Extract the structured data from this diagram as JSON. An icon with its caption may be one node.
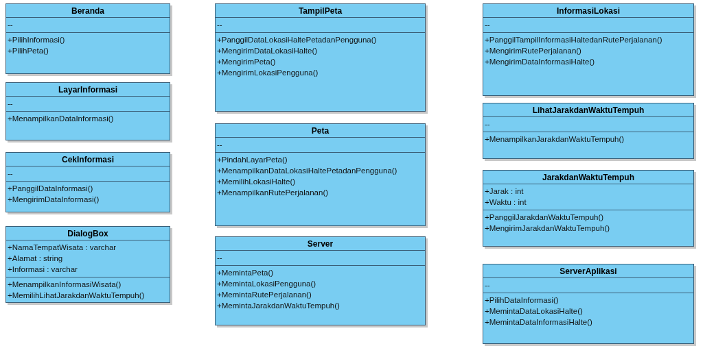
{
  "diagram": {
    "nodes": [
      {
        "text": [
          "Beranda"
        ]
      },
      {
        "text": [
          "--"
        ],
        "in": 0
      },
      {
        "text": [
          "+PilihInformasi()",
          "+PilihPeta()"
        ],
        "in": 0
      },
      {
        "text": [
          "LayarInformasi"
        ]
      },
      {
        "text": [
          "--"
        ],
        "in": 3
      },
      {
        "text": [
          "+MenampilkanDataInformasi()"
        ],
        "in": 3
      },
      {
        "text": [
          "CekInformasi"
        ]
      },
      {
        "text": [
          "--"
        ],
        "in": 6
      },
      {
        "text": [
          "+PanggilDataInformasi()",
          "+MengirimDataInformasi()"
        ],
        "in": 6
      },
      {
        "text": [
          "DialogBox"
        ]
      },
      {
        "text": [
          "+NamaTempatWisata : varchar",
          "+Alamat : string",
          "+Informasi : varchar"
        ],
        "in": 9
      },
      {
        "text": [
          "+MenampilkanInformasiWisata()",
          "+MemilihLihatJarakdanWaktuTempuh()"
        ],
        "in": 9
      },
      {
        "text": [
          "TampilPeta"
        ]
      },
      {
        "text": [
          "--"
        ],
        "in": 12
      },
      {
        "text": [
          "+PanggilDataLokasiHaltePetadanPengguna()",
          "+MengirimDataLokasiHalte()",
          "+MengirimPeta()",
          "+MengirimLokasiPengguna()"
        ],
        "in": 12
      },
      {
        "text": [
          "Peta"
        ]
      },
      {
        "text": [
          "--"
        ],
        "in": 15
      },
      {
        "text": [
          "+PindahLayarPeta()",
          "+MenampilkanDataLokasiHaltePetadanPengguna()",
          "+MemilihLokasiHalte()",
          "+MenampilkanRutePerjalanan()"
        ],
        "in": 15
      },
      {
        "text": [
          "Server"
        ]
      },
      {
        "text": [
          "--"
        ],
        "in": 18
      },
      {
        "text": [
          "+MemintaPeta()",
          "+MemintaLokasiPengguna()",
          "+MemintaRutePerjalanan()",
          "+MemintaJarakdanWaktuTempuh()"
        ],
        "in": 18
      },
      {
        "text": [
          "InformasiLokasi"
        ]
      },
      {
        "text": [
          "--"
        ],
        "in": 21
      },
      {
        "text": [
          "+PanggilTampilInformasiHaltedanRutePerjalanan()",
          "+MengirimRutePerjalanan()",
          "+MengirimDataInformasiHalte()"
        ],
        "in": 21
      },
      {
        "text": [
          "LihatJarakdanWaktuTempuh"
        ]
      },
      {
        "text": [
          "--"
        ],
        "in": 24
      },
      {
        "text": [
          "+MenampilkanJarakdanWaktuTempuh()"
        ],
        "in": 24
      },
      {
        "text": [
          "JarakdanWaktuTempuh"
        ]
      },
      {
        "text": [
          "+Jarak : int",
          "+Waktu : int"
        ],
        "in": 27
      },
      {
        "text": [
          "+PanggilJarakdanWaktuTempuh()",
          "+MengirimJarakdanWaktuTempuh()"
        ],
        "in": 27
      },
      {
        "text": [
          "ServerAplikasi"
        ]
      },
      {
        "text": [
          "--"
        ],
        "in": 30
      },
      {
        "text": [
          "+PilihDataInformasi()",
          "+MemintaDataLokasiHalte()",
          "+MemintaDataInformasiHalte()"
        ],
        "in": 30
      }
    ]
  }
}
